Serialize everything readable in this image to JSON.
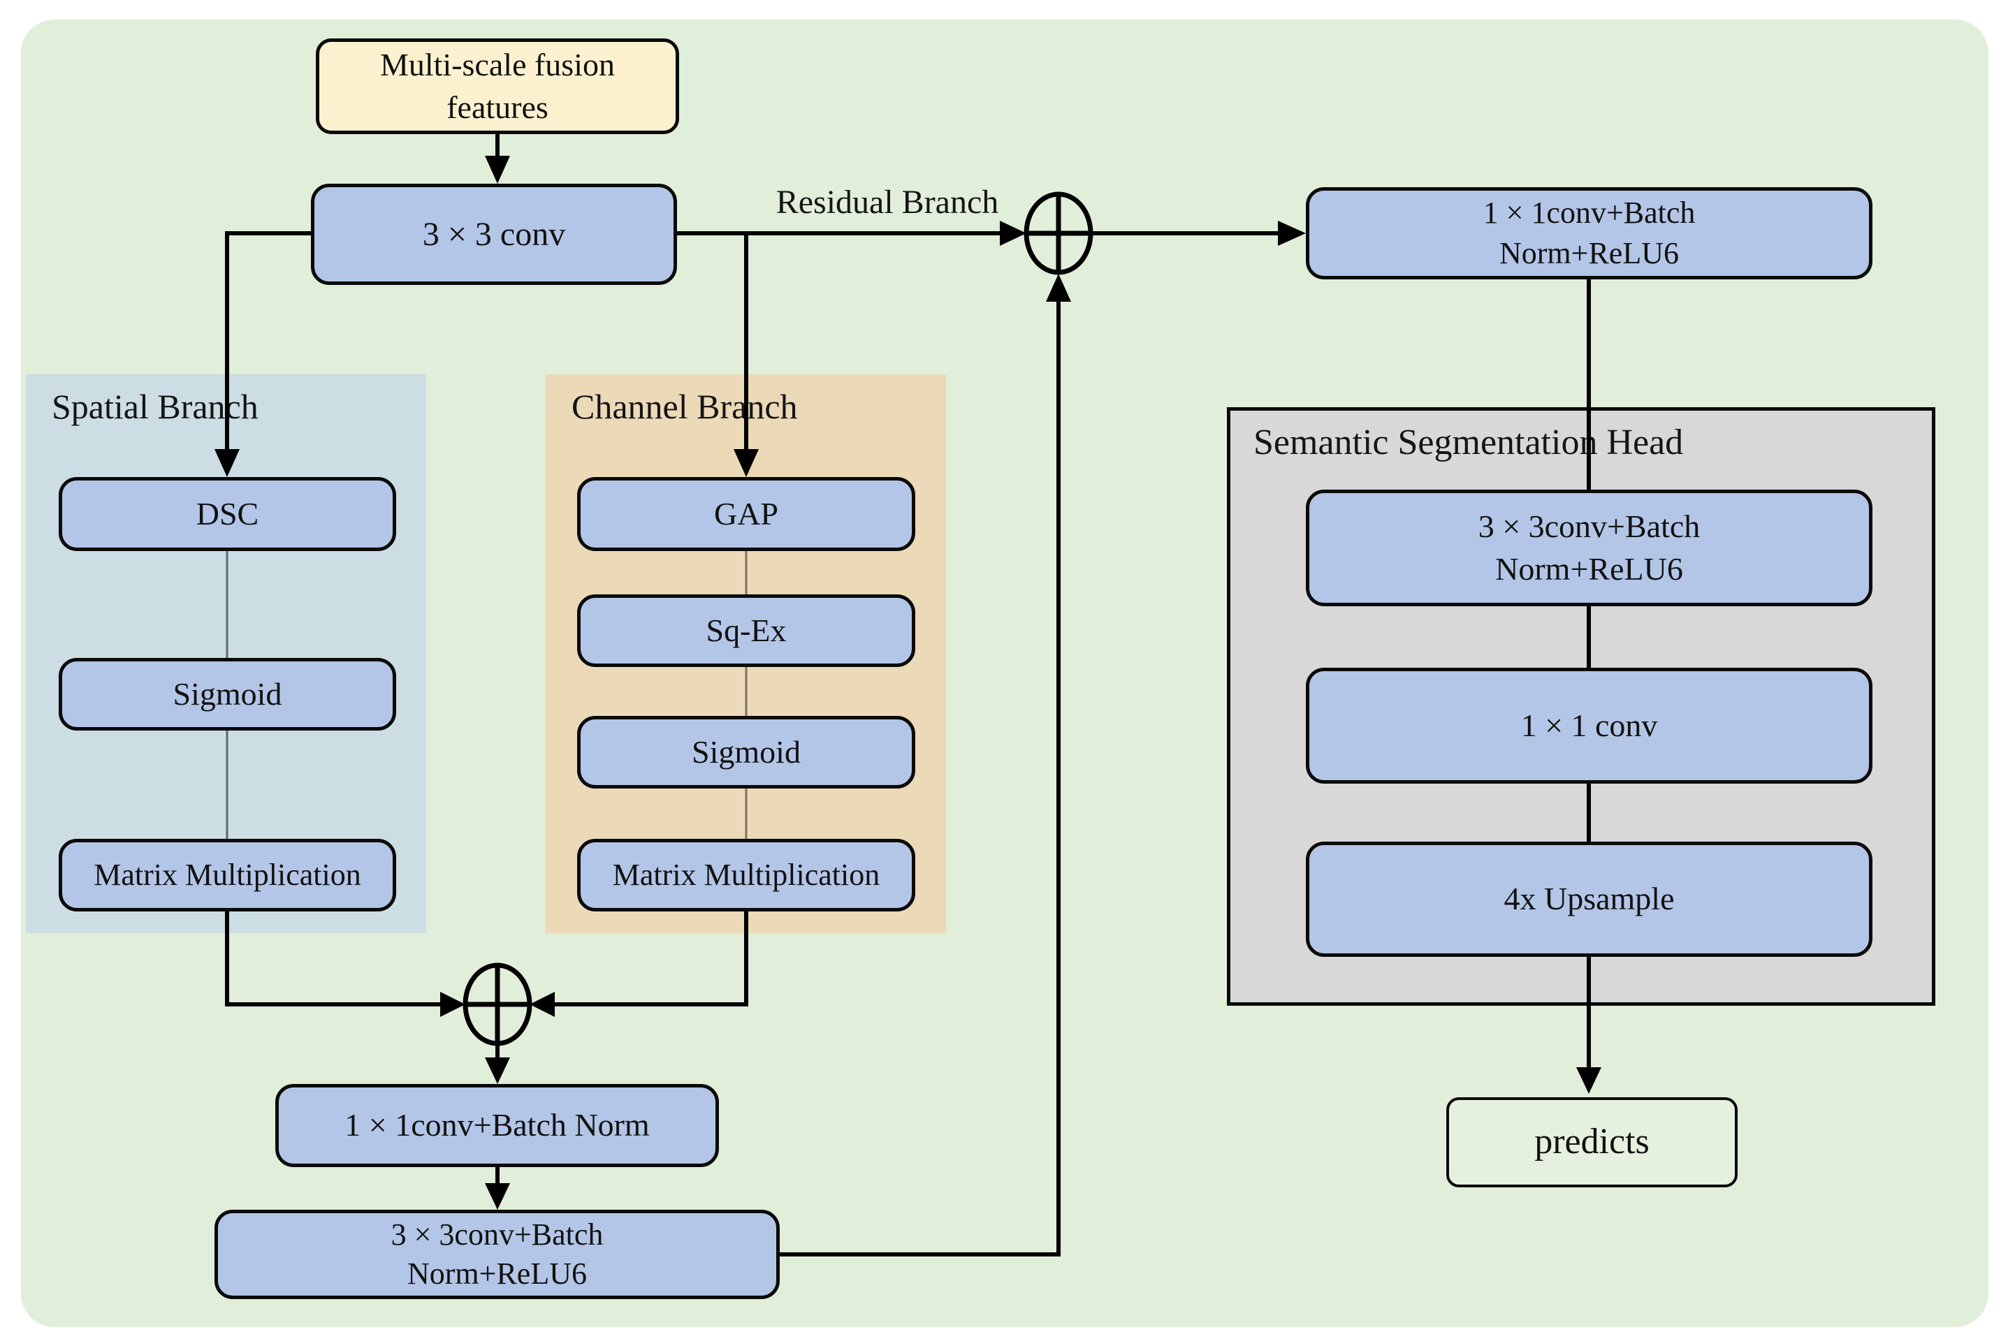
{
  "diagram": {
    "input": {
      "line1": "Multi-scale fusion",
      "line2": "features"
    },
    "conv33": "3 × 3 conv",
    "residual_label": "Residual Branch",
    "spatial": {
      "title": "Spatial Branch",
      "dsc": "DSC",
      "sigmoid": "Sigmoid",
      "matmul": "Matrix Multiplication"
    },
    "channel": {
      "title": "Channel Branch",
      "gap": "GAP",
      "sqex": "Sq-Ex",
      "sigmoid": "Sigmoid",
      "matmul": "Matrix Multiplication"
    },
    "fuse": {
      "conv11_bn": "1 × 1conv+Batch Norm",
      "conv33_bn_relu6": {
        "line1": "3 × 3conv+Batch",
        "line2": "Norm+ReLU6"
      }
    },
    "residual_box": {
      "line1": "1 × 1conv+Batch",
      "line2": "Norm+ReLU6"
    },
    "head": {
      "title": "Semantic Segmentation Head",
      "conv33_bn_relu6": {
        "line1": "3 × 3conv+Batch",
        "line2": "Norm+ReLU6"
      },
      "conv11": "1 × 1 conv",
      "upsample": "4x Upsample"
    },
    "predicts": "predicts",
    "colors": {
      "background_green": "#E1EED9",
      "node_blue": "#B3C6E7",
      "input_yellow": "#FCF1CF",
      "spatial_panel": "#CCDDE4",
      "channel_panel": "#ECD9B8",
      "head_panel": "#D8D8D8",
      "predicts_fill": "#E5F0DF",
      "wire_black": "#000000"
    }
  }
}
